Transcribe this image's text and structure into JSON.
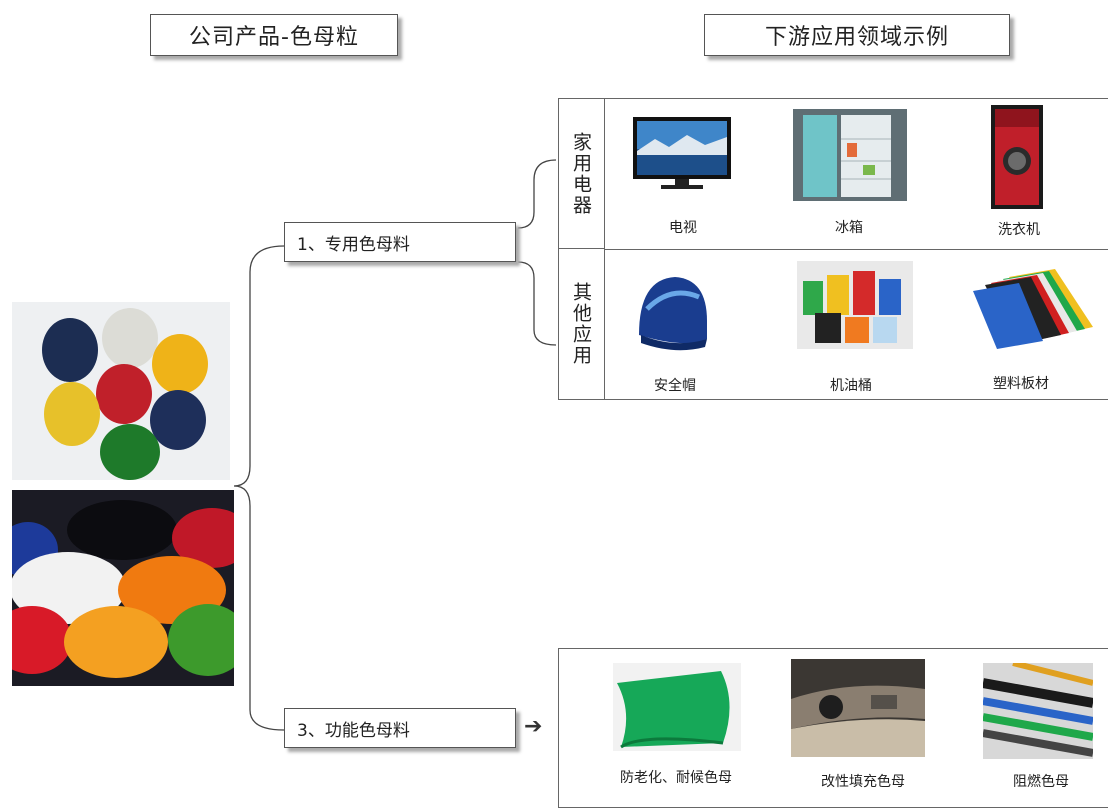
{
  "headers": {
    "company_product": "公司产品-色母粒",
    "downstream": "下游应用领域示例"
  },
  "nodes": {
    "special_masterbatch": "1、专用色母料",
    "functional_masterbatch": "3、功能色母料"
  },
  "panels": {
    "appliances": {
      "label": "家用电器",
      "items": [
        "电视",
        "冰箱",
        "洗衣机"
      ]
    },
    "other_apps": {
      "label": "其他应用",
      "items": [
        "安全帽",
        "机油桶",
        "塑料板材"
      ]
    },
    "functional": {
      "items": [
        "防老化、耐候色母",
        "改性填充色母",
        "阻燃色母"
      ]
    }
  },
  "arrow_glyph": "➔",
  "colors": {
    "border": "#555555",
    "shadow": "#aaaaaa",
    "accent_blue": "#1f4fa8",
    "red": "#c8102e",
    "green": "#1faa55",
    "orange": "#f08a12",
    "yellow": "#f2c91c"
  }
}
